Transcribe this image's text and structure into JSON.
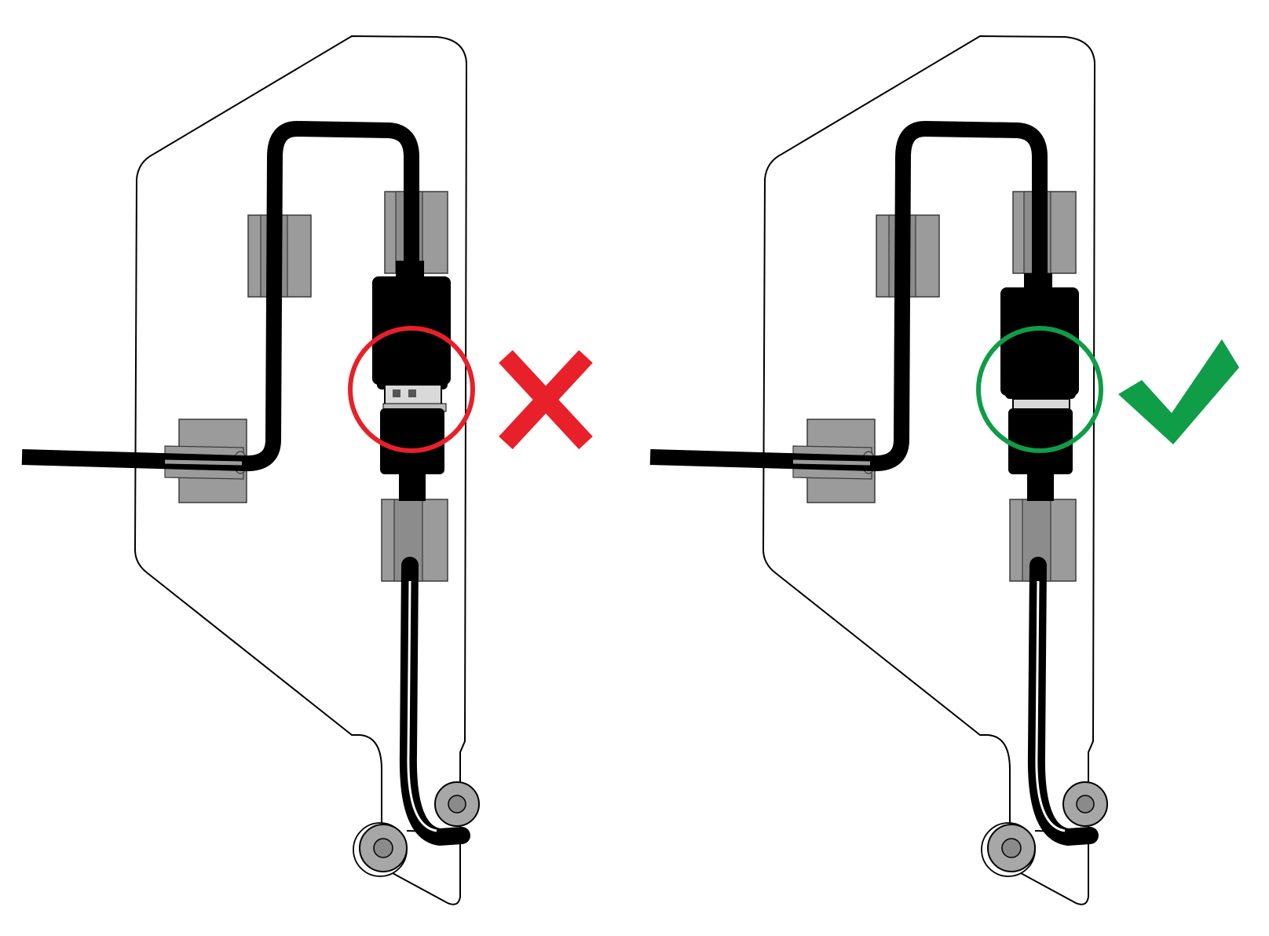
{
  "colors": {
    "background": "#ffffff",
    "panel_outline": "#000000",
    "cable": "#000000",
    "clip": "#9b9b9b",
    "clip_outline": "#3a3a3a",
    "connector_metal": "#d9d9d9",
    "roller": "#a7a7a7",
    "incorrect": "#e8202a",
    "correct": "#0f9d48"
  },
  "panels": [
    {
      "id": "incorrect",
      "status": "incorrect",
      "gap_visible": true,
      "highlight": "red-circle",
      "mark": "x-icon"
    },
    {
      "id": "correct",
      "status": "correct",
      "gap_visible": false,
      "highlight": "green-circle",
      "mark": "checkmark-icon"
    }
  ]
}
